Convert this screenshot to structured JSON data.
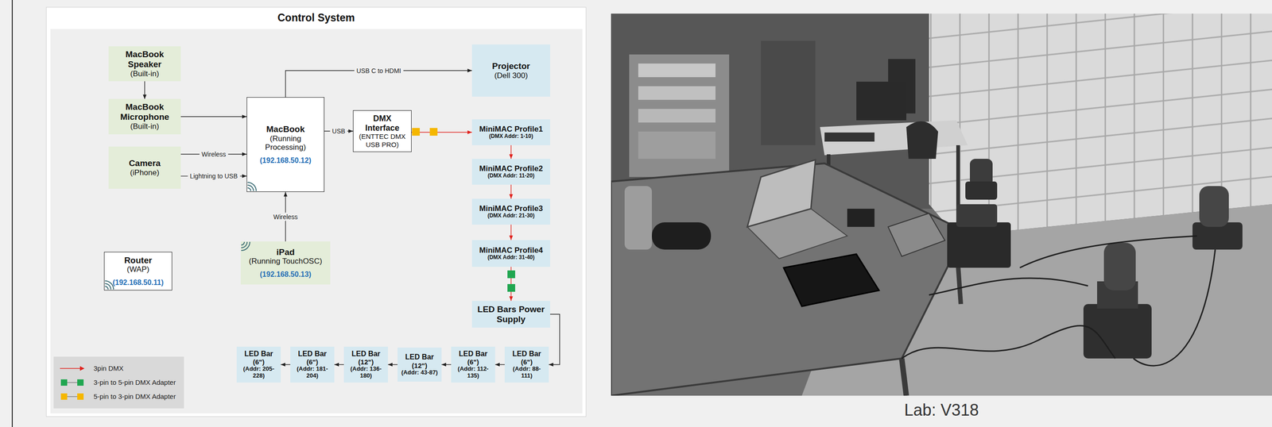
{
  "diagram": {
    "title": "Control System",
    "caption": "Lab: V318",
    "nodes": [
      {
        "text": [
          "MacBook Speaker",
          "(Built-in)"
        ]
      },
      {
        "text": [
          "MacBook Microphone",
          "(Built-in)"
        ]
      },
      {
        "text": [
          "Camera",
          "(iPhone)"
        ]
      },
      {
        "text": [
          "MacBook",
          "(Running Processing)",
          "(192.168.50.12)"
        ]
      },
      {
        "text": [
          "DMX Interface",
          "(ENTTEC DMX USB PRO)"
        ]
      },
      {
        "text": [
          "Projector",
          "(Dell 300)"
        ]
      },
      {
        "text": [
          "MiniMAC Profile1",
          "(DMX Addr: 1-10)"
        ]
      },
      {
        "text": [
          "MiniMAC Profile2",
          "(DMX Addr: 11-20)"
        ]
      },
      {
        "text": [
          "MiniMAC Profile3",
          "(DMX Addr: 21-30)"
        ]
      },
      {
        "text": [
          "MiniMAC Profile4",
          "(DMX Addr: 31-40)"
        ]
      },
      {
        "text": [
          "Router",
          "(WAP)",
          "(192.168.50.11)"
        ]
      },
      {
        "text": [
          "iPad",
          "(Running TouchOSC)",
          "(192.168.50.13)"
        ]
      },
      {
        "text": [
          "LED Bars Power Supply"
        ]
      },
      {
        "text": [
          "LED Bar",
          "(6\")",
          "(Addr: 205-228)"
        ]
      },
      {
        "text": [
          "LED Bar",
          "(6\")",
          "(Addr: 181-204)"
        ]
      },
      {
        "text": [
          "LED Bar",
          "(12\")",
          "(Addr: 136-180)"
        ]
      },
      {
        "text": [
          "LED Bar",
          "(12\")",
          "(Addr: 43-87)"
        ]
      },
      {
        "text": [
          "LED Bar",
          "(6\")",
          "(Addr: 112-135)"
        ]
      },
      {
        "text": [
          "LED Bar",
          "(6\")",
          "(Addr: 88-111)"
        ]
      }
    ],
    "edges": [
      {
        "from": 0,
        "to": 1,
        "arrow": "to"
      },
      {
        "from": 1,
        "to": 3,
        "arrow": "to"
      },
      {
        "from": 2,
        "to": 3,
        "label": "Wireless",
        "arrow": "to"
      },
      {
        "from": 2,
        "to": 3,
        "label": "Lightning to USB",
        "arrow": "to"
      },
      {
        "from": 11,
        "to": 3,
        "label": "Wireless",
        "arrow": "to"
      },
      {
        "from": 3,
        "to": 5,
        "label": "USB C to HDMI",
        "arrow": "to"
      },
      {
        "from": 3,
        "to": 4,
        "label": "USB",
        "arrow": "to"
      },
      {
        "from": 4,
        "to": 6,
        "arrow": "to"
      },
      {
        "from": 6,
        "to": 7,
        "arrow": "to"
      },
      {
        "from": 7,
        "to": 8,
        "arrow": "to"
      },
      {
        "from": 8,
        "to": 9,
        "arrow": "to"
      },
      {
        "from": 9,
        "to": 12,
        "arrow": "to"
      },
      {
        "from": 12,
        "to": 18,
        "arrow": "to"
      },
      {
        "from": 18,
        "to": 17,
        "arrow": "to"
      },
      {
        "from": 17,
        "to": 16,
        "arrow": "to"
      },
      {
        "from": 16,
        "to": 15,
        "arrow": "to"
      },
      {
        "from": 15,
        "to": 14,
        "arrow": "to"
      },
      {
        "from": 14,
        "to": 13,
        "arrow": "to"
      }
    ],
    "legend": [
      {
        "text": "3pin DMX"
      },
      {
        "text": "3-pin to 5-pin DMX Adapter",
        "color": "#20a650"
      },
      {
        "text": "5-pin to 3-pin DMX Adapter",
        "color": "#f5b700"
      }
    ]
  }
}
